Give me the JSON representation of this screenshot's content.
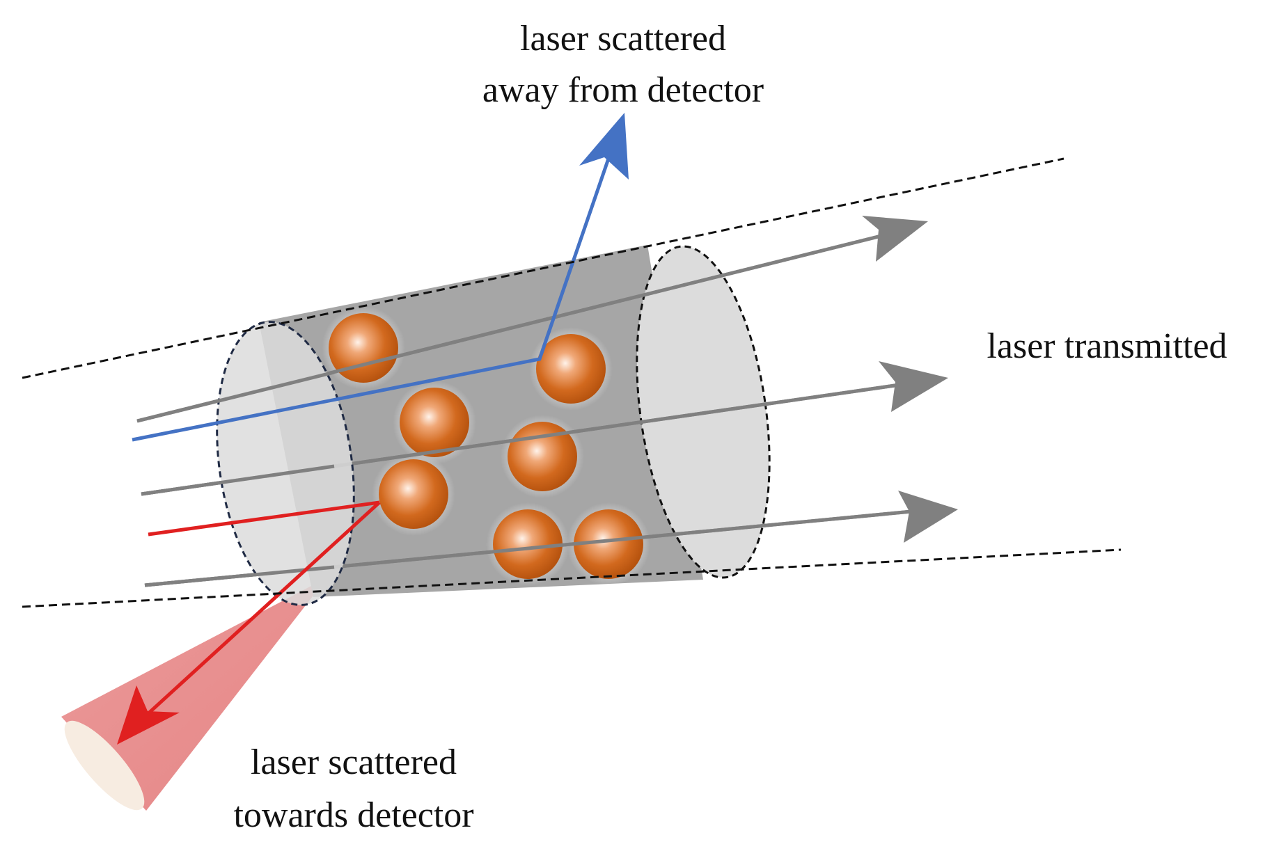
{
  "labels": {
    "scattered_away_line1": "laser scattered",
    "scattered_away_line2": "away from detector",
    "transmitted": "laser transmitted",
    "scattered_towards_line1": "laser scattered",
    "scattered_towards_line2": "towards detector"
  },
  "colors": {
    "beam_transmitted": "#808080",
    "beam_scattered_away": "#4472c4",
    "beam_scattered_towards": "#e02020",
    "detector_cone": "#e07b7b",
    "particle": "#d2691e",
    "cylinder_body": "#a6a6a6",
    "cylinder_ends": "#dcdcdc"
  },
  "particle_count": 7
}
